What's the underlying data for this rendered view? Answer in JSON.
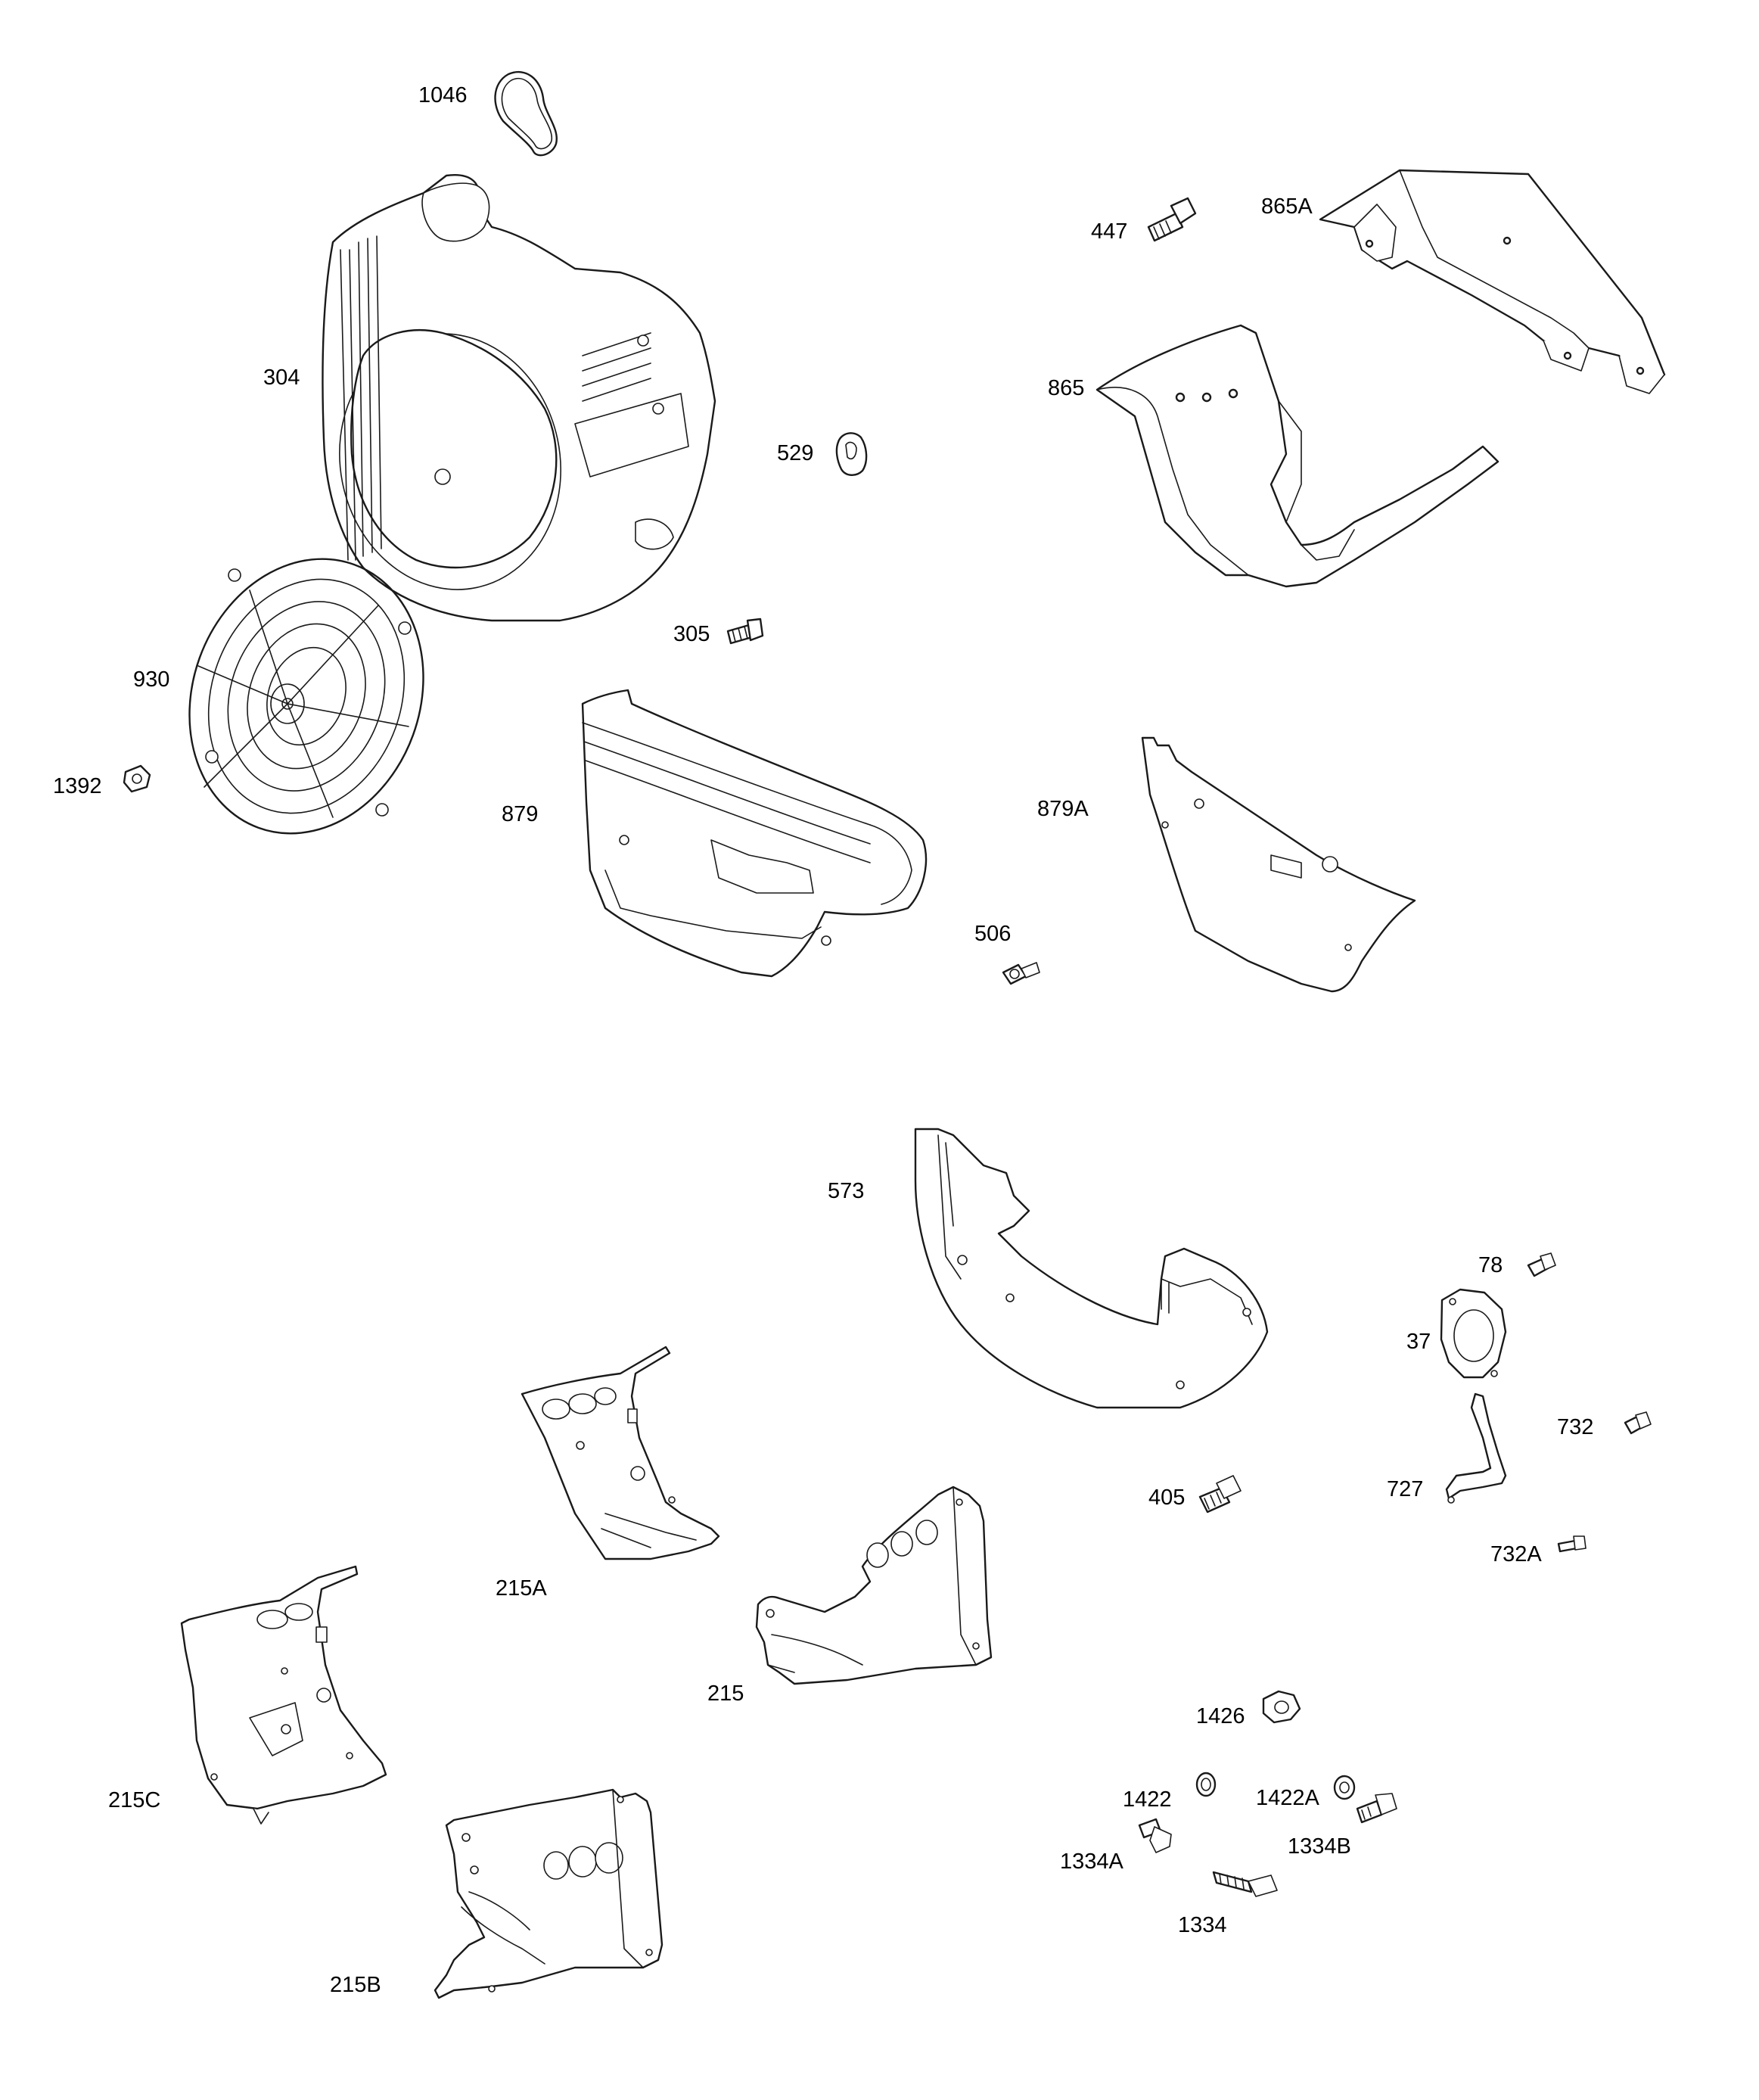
{
  "parts": [
    {
      "id": "p1046",
      "label": "1046"
    },
    {
      "id": "p304",
      "label": "304"
    },
    {
      "id": "p447",
      "label": "447"
    },
    {
      "id": "p865A",
      "label": "865A"
    },
    {
      "id": "p865",
      "label": "865"
    },
    {
      "id": "p529",
      "label": "529"
    },
    {
      "id": "p305",
      "label": "305"
    },
    {
      "id": "p930",
      "label": "930"
    },
    {
      "id": "p1392",
      "label": "1392"
    },
    {
      "id": "p879",
      "label": "879"
    },
    {
      "id": "p879A",
      "label": "879A"
    },
    {
      "id": "p506",
      "label": "506"
    },
    {
      "id": "p573",
      "label": "573"
    },
    {
      "id": "p78",
      "label": "78"
    },
    {
      "id": "p37",
      "label": "37"
    },
    {
      "id": "p732",
      "label": "732"
    },
    {
      "id": "p727",
      "label": "727"
    },
    {
      "id": "p405",
      "label": "405"
    },
    {
      "id": "p732A",
      "label": "732A"
    },
    {
      "id": "p215A",
      "label": "215A"
    },
    {
      "id": "p215",
      "label": "215"
    },
    {
      "id": "p215C",
      "label": "215C"
    },
    {
      "id": "p215B",
      "label": "215B"
    },
    {
      "id": "p1426",
      "label": "1426"
    },
    {
      "id": "p1422",
      "label": "1422"
    },
    {
      "id": "p1422A",
      "label": "1422A"
    },
    {
      "id": "p1334A",
      "label": "1334A"
    },
    {
      "id": "p1334B",
      "label": "1334B"
    },
    {
      "id": "p1334",
      "label": "1334"
    }
  ]
}
